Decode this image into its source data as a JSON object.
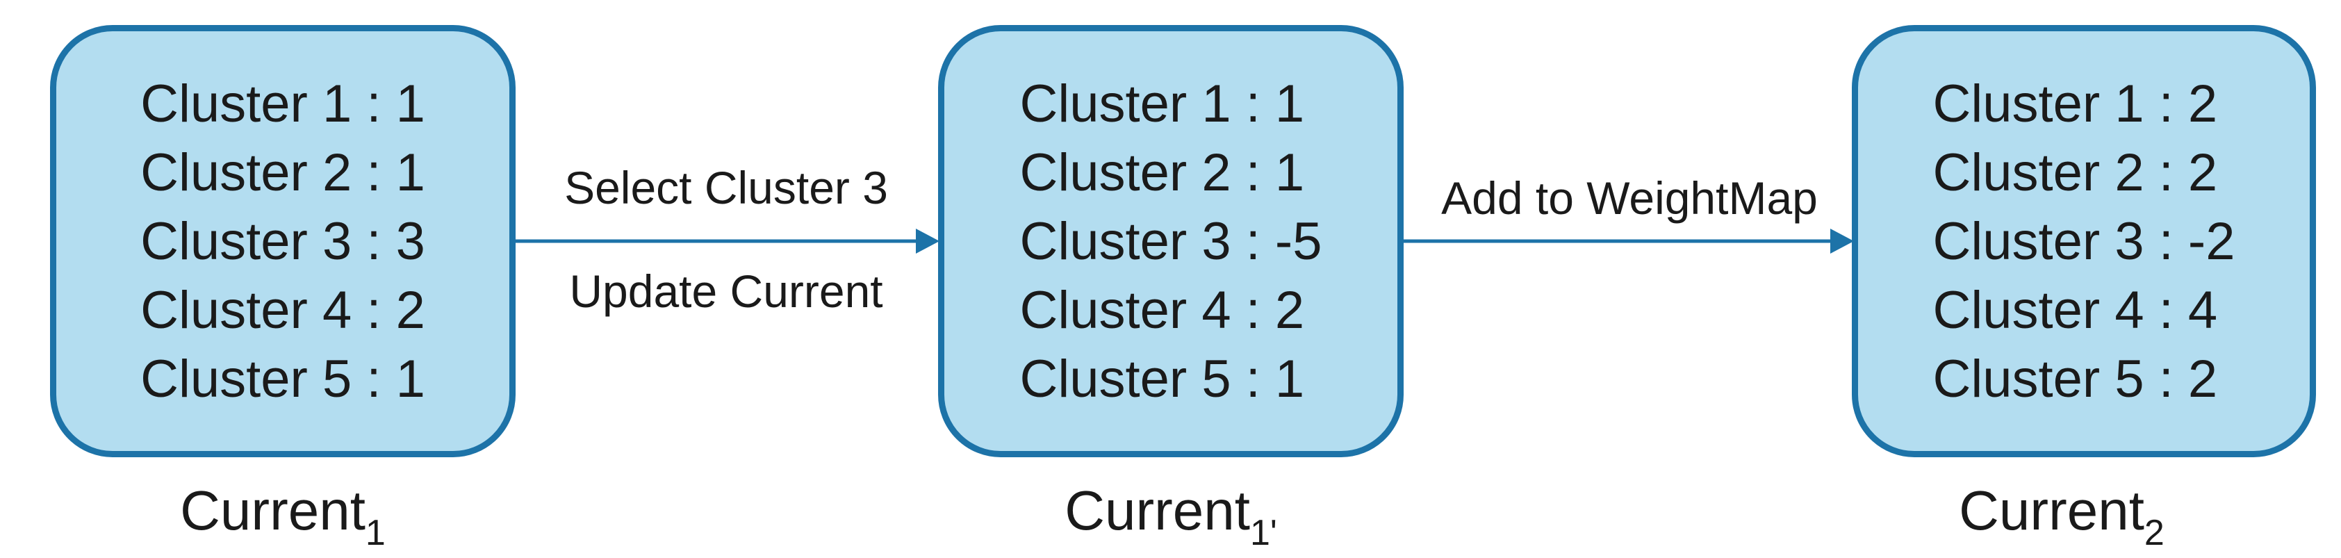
{
  "nodes": [
    {
      "id": "current-1",
      "lines": [
        "Cluster 1 : 1",
        "Cluster 2 : 1",
        "Cluster 3 : 3",
        "Cluster 4 : 2",
        "Cluster 5 : 1"
      ],
      "caption_base": "Current",
      "caption_sub": "1"
    },
    {
      "id": "current-1-prime",
      "lines": [
        "Cluster 1 : 1",
        "Cluster 2 : 1",
        "Cluster 3 : -5",
        "Cluster 4 : 2",
        "Cluster 5 : 1"
      ],
      "caption_base": "Current",
      "caption_sub": "1'"
    },
    {
      "id": "current-2",
      "lines": [
        "Cluster 1 : 2",
        "Cluster 2 : 2",
        "Cluster 3 : -2",
        "Cluster 4 : 4",
        "Cluster 5 : 2"
      ],
      "caption_base": "Current",
      "caption_sub": "2"
    }
  ],
  "edges": [
    {
      "from": "current-1",
      "to": "current-1-prime",
      "label_top": "Select Cluster 3",
      "label_bottom": "Update Current"
    },
    {
      "from": "current-1-prime",
      "to": "current-2",
      "label_top": "Add to WeightMap",
      "label_bottom": ""
    }
  ],
  "colors": {
    "box_fill": "#b3ddf0",
    "box_border": "#1d73a8",
    "arrow": "#1d73a8",
    "text": "#1a1a1a"
  }
}
